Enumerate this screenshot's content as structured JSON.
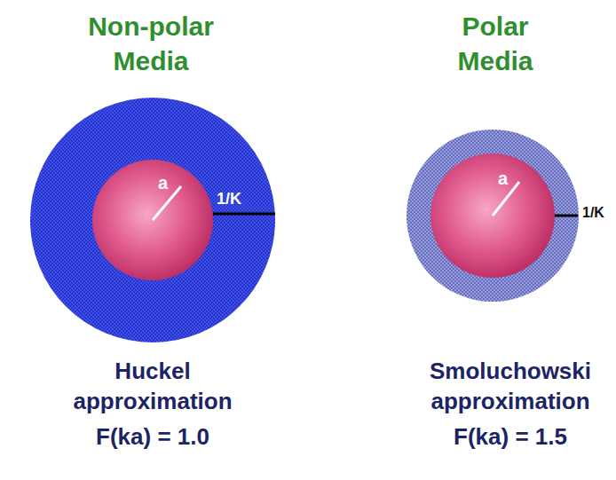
{
  "diagram": {
    "nodes": [
      {
        "text": [
          "1/K"
        ]
      },
      {
        "text": [
          "a"
        ],
        "in": 0
      },
      {
        "text": [
          "1/K"
        ]
      },
      {
        "text": [
          "a"
        ],
        "in": 2
      }
    ],
    "labels": [
      "Non-polar Media",
      "Polar Media",
      "Huckel approximation",
      "F(ka) = 1.0",
      "Smoluchowski approximation",
      "F(ka) = 1.5"
    ]
  }
}
